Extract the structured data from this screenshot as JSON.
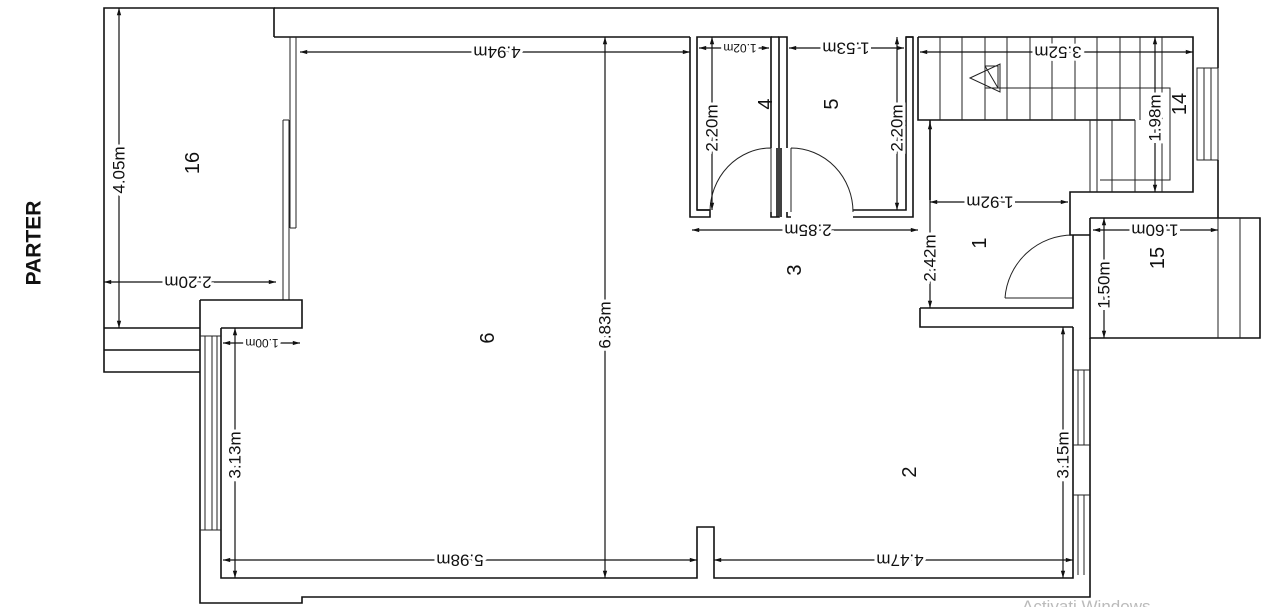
{
  "title": "PARTER",
  "rooms": [
    "16",
    "6",
    "4",
    "5",
    "14",
    "1",
    "3",
    "15",
    "2"
  ],
  "dimensions": {
    "room6_width_top": "4.94m",
    "room4_width": "1.02m",
    "room5_width": "1.53m",
    "stair_width": "3.52m",
    "room1_width": "1.92m",
    "room3_width": "2.85m",
    "room15_width": "1.60m",
    "room16_width": "2.20m",
    "step_width": "1.00m",
    "room6_width_bottom": "5.98m",
    "room2_width": "4.47m",
    "room16_length": "4.05m",
    "room6_length": "6.83m",
    "room4_length": "2.20m",
    "room5_length": "2.20m",
    "stair_length": "1.98m",
    "room1_length": "2.42m",
    "room15_length": "1.50m",
    "room6_left_length": "3.13m",
    "room2_length": "3.15m"
  },
  "watermark": "Activați Windows"
}
